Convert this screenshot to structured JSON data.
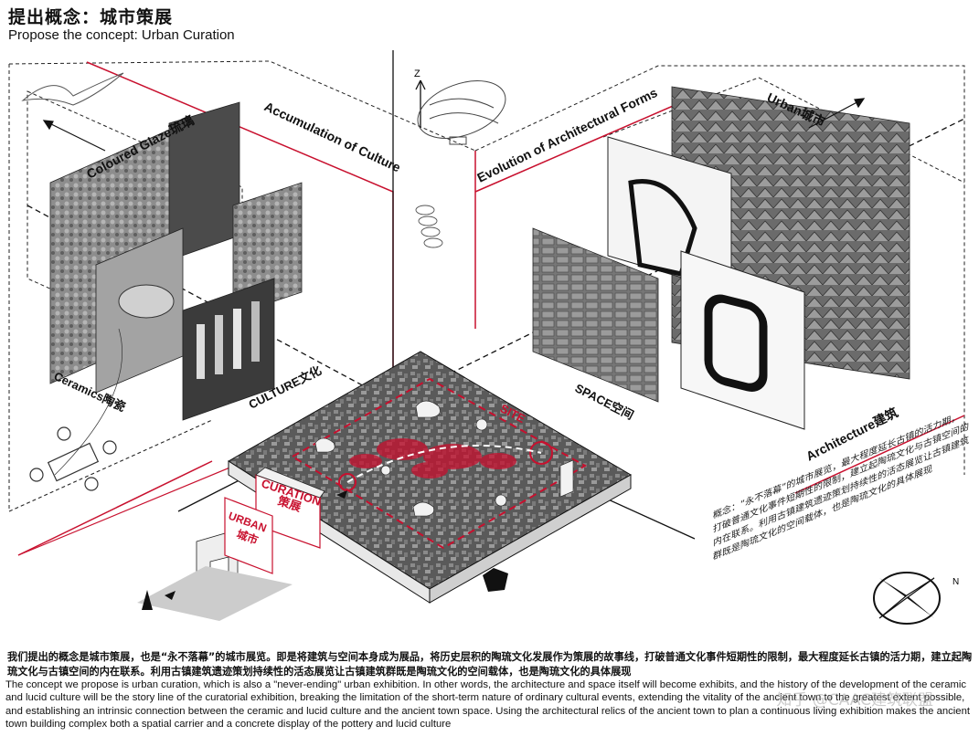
{
  "header": {
    "title_zh": "提出概念：城市策展",
    "title_en": "Propose the concept: Urban Curation"
  },
  "planes": {
    "coloured_glaze": "Coloured Glaze琉璃",
    "accumulation": "Accumulation of Culture",
    "evolution": "Evolution of Architectural Forms",
    "urban": "Urban城市",
    "ceramics": "Ceramics陶瓷",
    "culture": "CULTURE文化",
    "space": "SPACE空间",
    "architecture": "Architecture建筑",
    "site": "SITE",
    "curation_en": "CURATION",
    "curation_zh": "策展",
    "urban_en": "URBAN",
    "urban_zh": "城市"
  },
  "concept_note": "概念：“永不落幕”的城市展览，最大程度延长古镇的活力期，打破普通文化事件短期性的限制，建立起陶琉文化与古镇空间的内在联系。利用古镇建筑遗迹策划持续性的活态展览让古镇建筑群既是陶琉文化的空间载体，也是陶琉文化的具体展现",
  "caption": {
    "zh": "我们提出的概念是城市策展，也是“永不落幕”的城市展览。即是将建筑与空间本身成为展品，将历史层积的陶琉文化发展作为策展的故事线，打破普通文化事件短期性的限制，最大程度延长古镇的活力期，建立起陶琉文化与古镇空间的内在联系。利用古镇建筑遗迹策划持续性的活态展览让古镇建筑群既是陶琉文化的空间载体，也是陶琉文化的具体展现",
    "en": "The concept we propose is urban curation, which is also a \"never-ending\" urban exhibition. In other words, the architecture and space itself will become exhibits, and the history of the development of the ceramic and lucid culture will be the story line of the curatorial exhibition, breaking the limitation of the short-term nature of ordinary cultural events, extending the vitality of the ancient town to the greatest extent possible, and establishing an intrinsic connection between the ceramic and lucid culture and the ancient town space. Using the architectural relics of the ancient town to plan a continuous living exhibition makes the ancient town building complex both a spatial carrier and a concrete display of the pottery and lucid culture"
  },
  "watermark": "知乎 @CAAC建筑联盟",
  "colors": {
    "accent_red": "#c8102e",
    "line": "#222222",
    "map_dark": "#4a4a4a"
  },
  "icons": [
    "bird-icon",
    "airship-icon",
    "drone-icon",
    "compass-icon",
    "axis-arrow-icon"
  ]
}
